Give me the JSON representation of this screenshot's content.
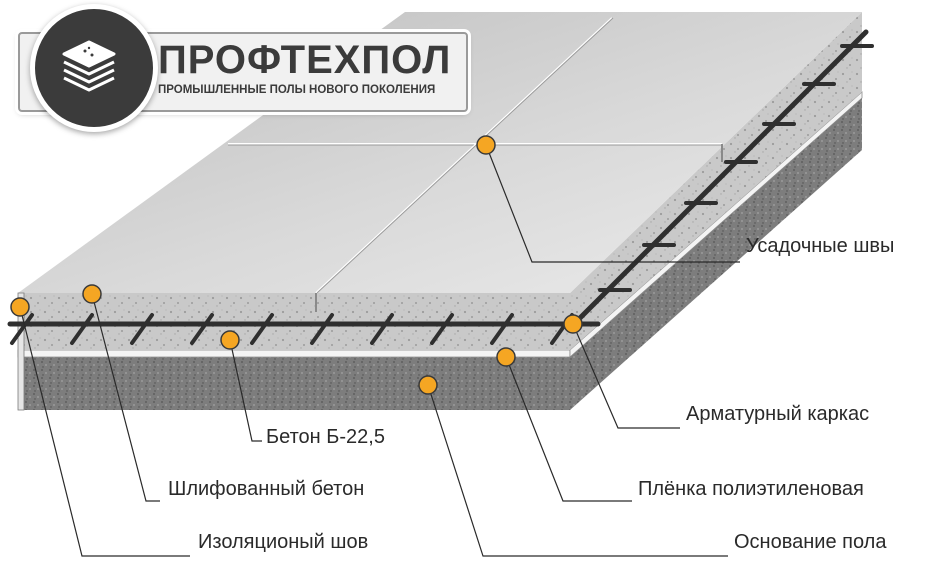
{
  "brand": {
    "name": "ПРОФТЕХПОЛ",
    "tagline": "ПРОМЫШЛЕННЫЕ ПОЛЫ НОВОГО ПОКОЛЕНИЯ",
    "icon": "stacked-layers-icon"
  },
  "labels": {
    "shrinkage_joints": "Усадочные швы",
    "rebar_cage": "Арматурный каркас",
    "concrete": "Бетон Б-22,5",
    "polyethylene_film": "Плёнка полиэтиленовая",
    "polished_concrete": "Шлифованный бетон",
    "isolation_joint": "Изоляционый шов",
    "floor_base": "Основание пола"
  },
  "colors": {
    "marker": "#f5a623",
    "leader_line": "#2a2a2a",
    "logo_dark": "#3b3b3b"
  }
}
